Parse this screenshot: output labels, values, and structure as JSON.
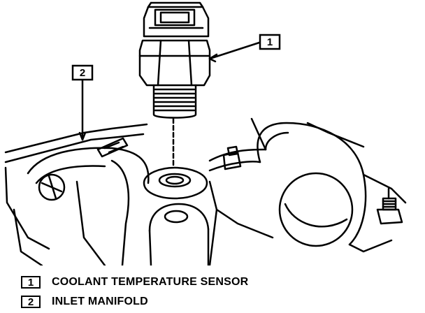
{
  "callouts": [
    {
      "number": "1",
      "label": "COOLANT TEMPERATURE SENSOR"
    },
    {
      "number": "2",
      "label": "INLET MANIFOLD"
    }
  ],
  "colors": {
    "ink": "#000000",
    "paper": "#ffffff"
  }
}
